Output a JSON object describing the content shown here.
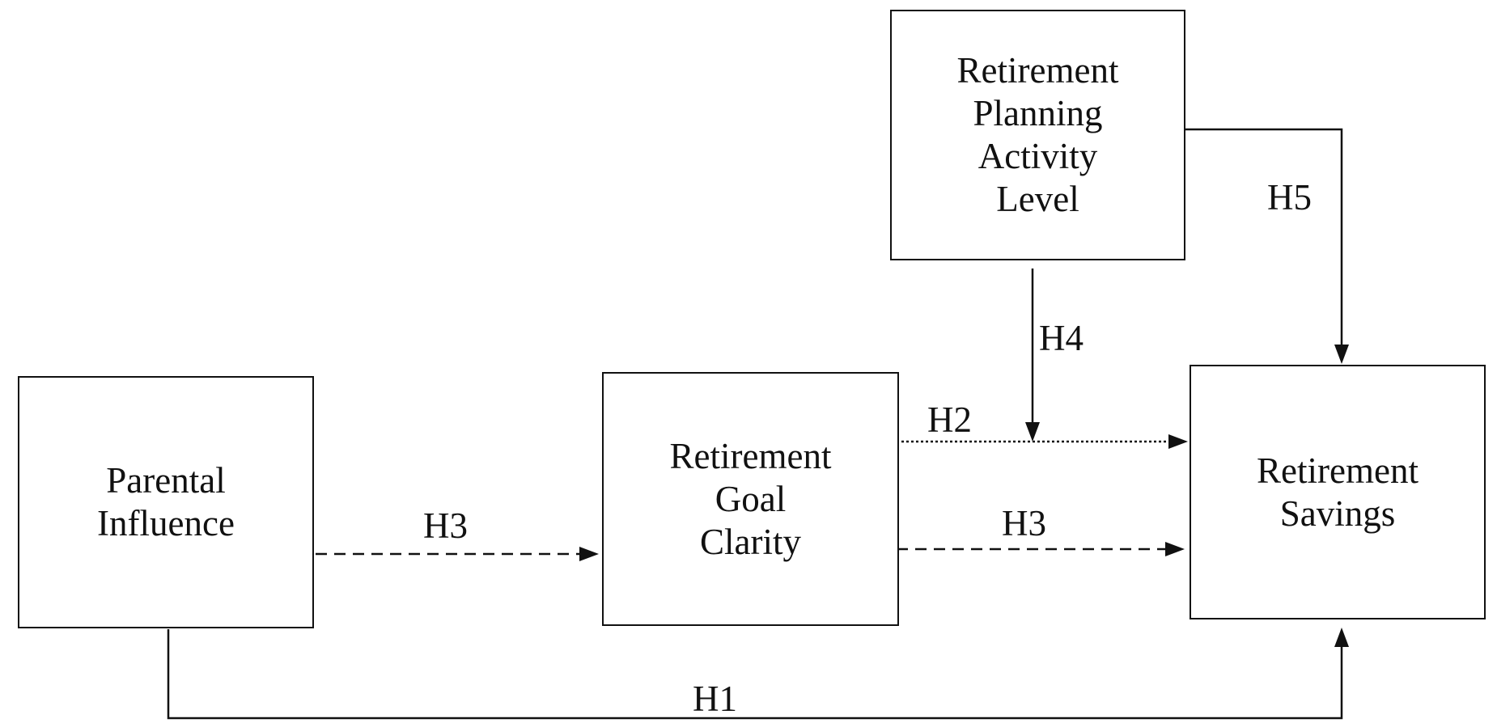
{
  "nodes": {
    "parental_influence": {
      "lines": [
        "Parental",
        "Influence"
      ]
    },
    "goal_clarity": {
      "lines": [
        "Retirement",
        "Goal",
        "Clarity"
      ]
    },
    "planning_activity": {
      "lines": [
        "Retirement",
        "Planning",
        "Activity",
        "Level"
      ]
    },
    "retirement_savings": {
      "lines": [
        "Retirement",
        "Savings"
      ]
    }
  },
  "edges": {
    "h1": {
      "label": "H1",
      "from": "Parental Influence",
      "to": "Retirement Savings",
      "style": "solid"
    },
    "h2": {
      "label": "H2",
      "from": "Retirement Goal Clarity",
      "to": "Retirement Savings",
      "style": "dotted"
    },
    "h3_a": {
      "label": "H3",
      "from": "Parental Influence",
      "to": "Retirement Goal Clarity",
      "style": "dashed"
    },
    "h3_b": {
      "label": "H3",
      "from": "Retirement Goal Clarity",
      "to": "Retirement Savings",
      "style": "dashed"
    },
    "h4": {
      "label": "H4",
      "from": "Retirement Planning Activity Level",
      "to": "H2 path",
      "style": "solid"
    },
    "h5": {
      "label": "H5",
      "from": "Retirement Planning Activity Level",
      "to": "Retirement Savings",
      "style": "solid"
    }
  }
}
